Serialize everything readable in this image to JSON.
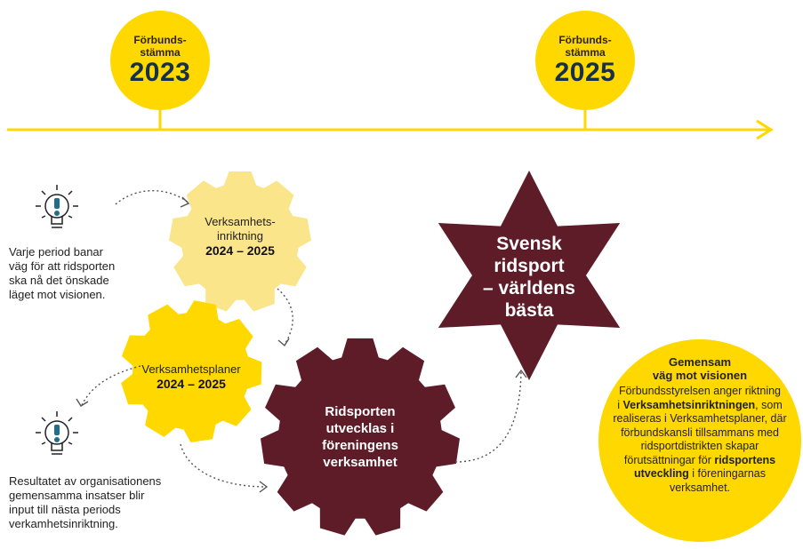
{
  "timeline": {
    "milestones": [
      {
        "line1": "Förbunds-",
        "line2": "stämma",
        "year": "2023"
      },
      {
        "line1": "Förbunds-",
        "line2": "stämma",
        "year": "2025"
      }
    ]
  },
  "notes": {
    "top": [
      "Varje period banar",
      "väg för att ridsporten",
      "ska nå det önskade",
      "läget mot visionen."
    ],
    "bottom": [
      "Resultatet av organisationens",
      "gemensamma insatser blir",
      "input till nästa periods",
      "verkamhetsinriktning."
    ]
  },
  "gears": {
    "inriktning": {
      "line1": "Verksamhets-",
      "line2": "inriktning",
      "period": "2024 – 2025"
    },
    "planer": {
      "line1": "Verksamhetsplaner",
      "period": "2024 – 2025"
    },
    "ridsporten": [
      "Ridsporten",
      "utvecklas i",
      "föreningens",
      "verksamhet"
    ]
  },
  "star": [
    "Svensk",
    "ridsport",
    "– världens",
    "bästa"
  ],
  "vision": {
    "title1": "Gemensam",
    "title2": "väg mot visionen",
    "p1": "Förbundsstyrelsen anger riktning",
    "p2a": "i ",
    "p2b": "Verksamhetsinriktningen",
    "p2c": ", som",
    "p3": "realiseras i Verksamhetsplaner, där",
    "p4": "förbundskansli tillsammans med",
    "p5": "ridsportdistrikten skapar",
    "p6a": "förutsättningar för ",
    "p6b": "ridsportens",
    "p7a": "utveckling",
    "p7b": " i föreningarnas",
    "p8": "verksamhet."
  },
  "colors": {
    "yellow": "#ffd800",
    "light_yellow": "#fbe58a",
    "maroon": "#5e1c28",
    "line": "#ffd800"
  }
}
